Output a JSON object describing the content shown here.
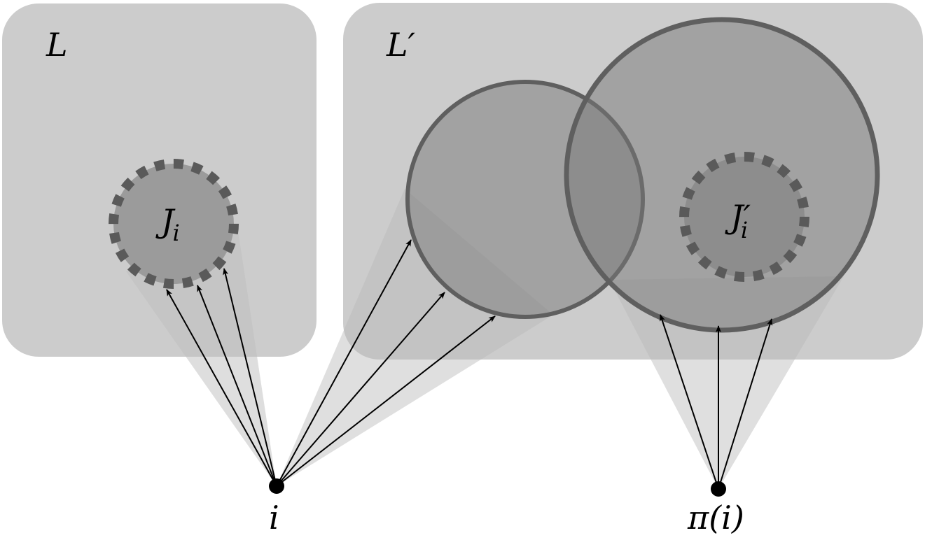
{
  "labels": {
    "set_L": "L",
    "set_L_prime": "L′",
    "set_J_i_base": "J",
    "set_J_i_sub": "i",
    "set_J_i_prime_base": "J′",
    "set_J_i_prime_sub": "i",
    "node_i": "i",
    "node_pi_i": "π(i)"
  },
  "colors": {
    "background": "#ffffff",
    "region_fill": "#cccccc",
    "cone_fill": "#d6d6d6",
    "circle_fill": "#9b9b9b",
    "circle_stroke": "#5f5f5f",
    "dashed_stroke": "#5a5a5a",
    "arrow": "#000000",
    "node": "#000000"
  }
}
